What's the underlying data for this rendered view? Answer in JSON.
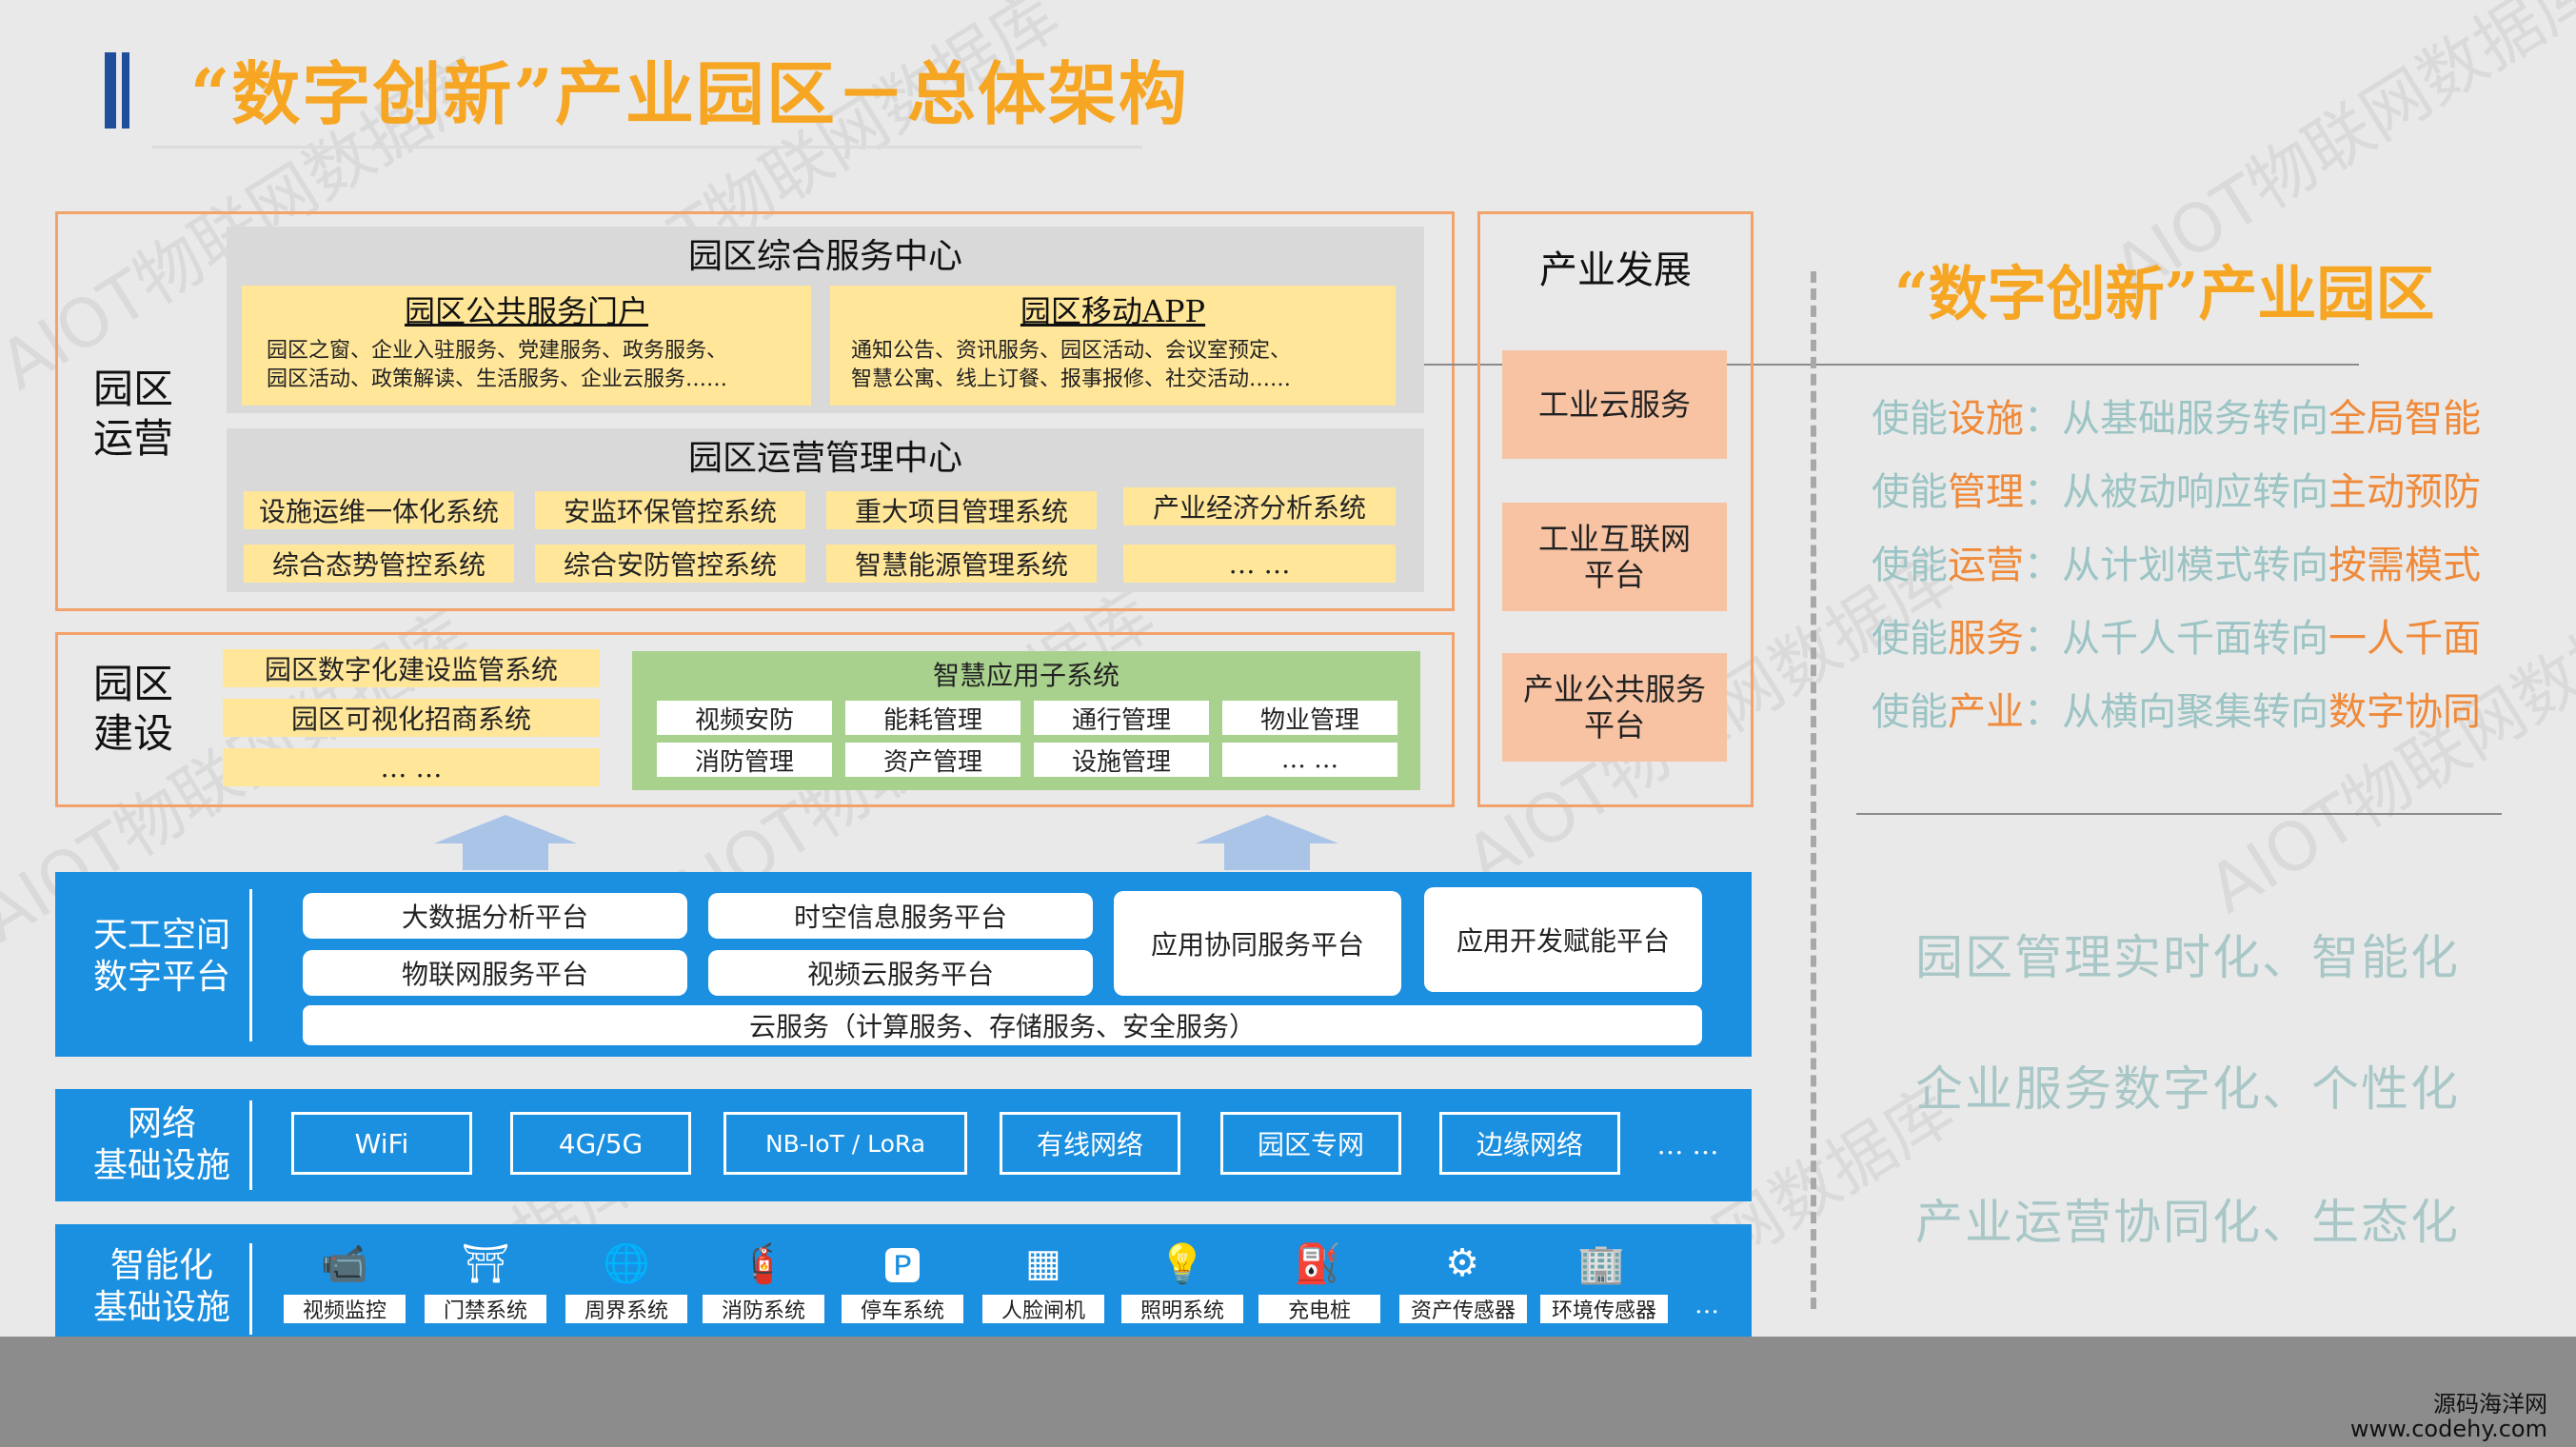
{
  "header": {
    "title": "“数字创新”产业园区－总体架构"
  },
  "operation": {
    "label": "园区\n运营",
    "service_center": {
      "title": "园区综合服务中心",
      "portal": {
        "title": "园区公共服务门户",
        "text": "园区之窗、企业入驻服务、党建服务、政务服务、\n园区活动、政策解读、生活服务、企业云服务……"
      },
      "app": {
        "title": "园区移动APP",
        "text": "通知公告、资讯服务、园区活动、会议室预定、\n智慧公寓、线上订餐、报事报修、社交活动……"
      }
    },
    "mgmt_center": {
      "title": "园区运营管理中心",
      "systems": [
        "设施运维一体化系统",
        "安监环保管控系统",
        "重大项目管理系统",
        "产业经济分析系统",
        "综合态势管控系统",
        "综合安防管控系统",
        "智慧能源管理系统",
        "… …"
      ]
    }
  },
  "construction": {
    "label": "园区\n建设",
    "left_items": [
      "园区数字化建设监管系统",
      "园区可视化招商系统",
      "… …"
    ],
    "smart_apps": {
      "title": "智慧应用子系统",
      "items": [
        "视频安防",
        "能耗管理",
        "通行管理",
        "物业管理",
        "消防管理",
        "资产管理",
        "设施管理",
        "… …"
      ]
    }
  },
  "industry": {
    "title": "产业发展",
    "items": [
      "工业云服务",
      "工业互联网\n平台",
      "产业公共服务\n平台"
    ]
  },
  "platform": {
    "label": "天工空间\n数字平台",
    "items": [
      "大数据分析平台",
      "时空信息服务平台",
      "物联网服务平台",
      "视频云服务平台",
      "应用协同服务平台",
      "应用开发赋能平台"
    ],
    "cloud": "云服务（计算服务、存储服务、安全服务）"
  },
  "network": {
    "label": "网络\n基础设施",
    "items": [
      "WiFi",
      "4G/5G",
      "NB-IoT / LoRa",
      "有线网络",
      "园区专网",
      "边缘网络",
      "… …"
    ]
  },
  "devices": {
    "label": "智能化\n基础设施",
    "items": [
      {
        "label": "视频监控",
        "icon": "camera-icon"
      },
      {
        "label": "门禁系统",
        "icon": "gate-icon"
      },
      {
        "label": "周界系统",
        "icon": "globe-icon"
      },
      {
        "label": "消防系统",
        "icon": "fire-hydrant-icon"
      },
      {
        "label": "停车系统",
        "icon": "parking-icon"
      },
      {
        "label": "人脸闸机",
        "icon": "face-gate-icon"
      },
      {
        "label": "照明系统",
        "icon": "bulb-icon"
      },
      {
        "label": "充电桩",
        "icon": "charger-icon"
      },
      {
        "label": "资产传感器",
        "icon": "sensor-icon"
      },
      {
        "label": "环境传感器",
        "icon": "building-icon"
      }
    ],
    "more": "…"
  },
  "right": {
    "title": "“数字创新”产业园区",
    "goals": [
      "园区管理实时化、智能化",
      "企业服务数字化、个性化",
      "产业运营协同化、生态化"
    ]
  },
  "watermark": "AIOT物联网数据库",
  "logo": {
    "line1": "源码海洋网",
    "line2": "www.codehy.com"
  },
  "colors": {
    "accent": "#f6a623",
    "blue": "#1b8fe0",
    "orange_border": "#f4a26b",
    "peach": "#f7c3a3",
    "green": "#a9d18e",
    "yellow": "#ffe699"
  }
}
